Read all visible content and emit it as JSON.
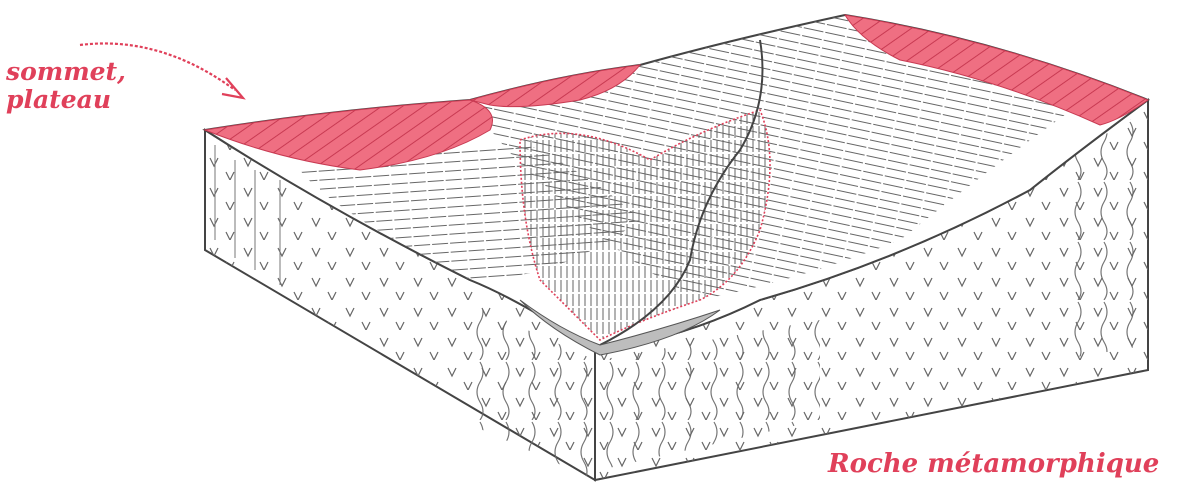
{
  "labels": {
    "summit_line1": "sommet,",
    "summit_line2": "plateau",
    "rock_type": "Roche métamorphique"
  },
  "colors": {
    "accent_red": "#e0405a",
    "plateau_fill": "#ef6f82",
    "line": "#555555",
    "background": "#ffffff"
  }
}
